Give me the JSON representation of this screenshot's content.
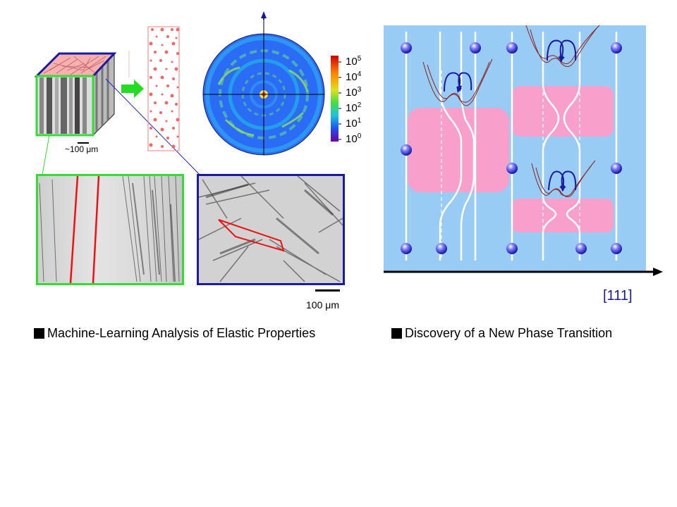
{
  "left_panel": {
    "caption": "Machine-Learning Analysis of Elastic Properties",
    "cube_scale_label": "~100 μm",
    "micrograph_scale_label": "100 μm",
    "colorbar": {
      "ticks": [
        {
          "base": "10",
          "exp": "5"
        },
        {
          "base": "10",
          "exp": "4"
        },
        {
          "base": "10",
          "exp": "3"
        },
        {
          "base": "10",
          "exp": "2"
        },
        {
          "base": "10",
          "exp": "1"
        },
        {
          "base": "10",
          "exp": "0"
        }
      ]
    },
    "colors": {
      "green_frame": "#33dd33",
      "blue_frame": "#1a1aa0",
      "red_outline": "#ee1111",
      "arrow": "#22dd22"
    }
  },
  "right_panel": {
    "caption": "Discovery of a New Phase Transition",
    "axis_label": "[111]",
    "colors": {
      "background": "#99ccf5",
      "domain": "#f8a0cc",
      "axis_label": "#1a1aa0"
    }
  }
}
